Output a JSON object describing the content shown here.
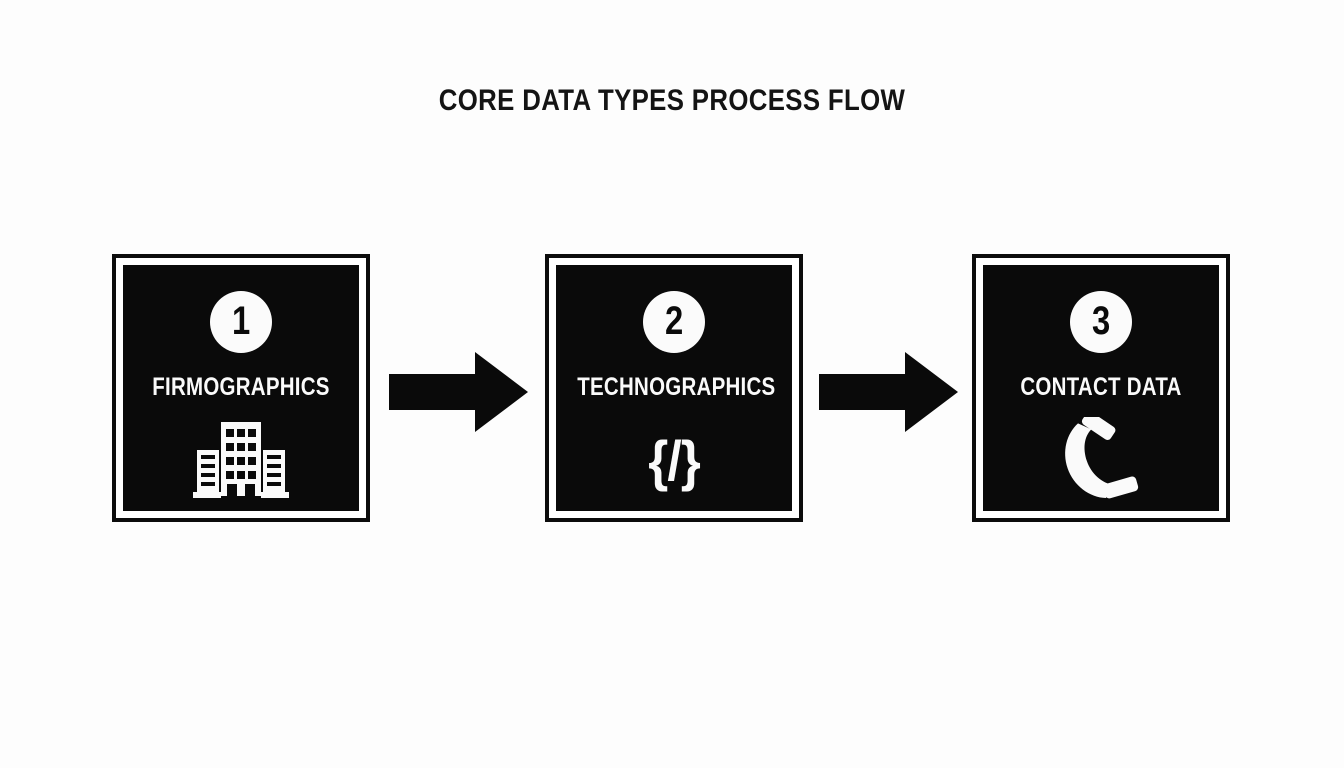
{
  "diagram": {
    "title": "CORE DATA TYPES PROCESS FLOW",
    "type": "process-flow",
    "orientation": "horizontal",
    "background_color": "#fdfdfd",
    "foreground_color": "#0a0a0a",
    "accent_color": "#ffffff",
    "steps": [
      {
        "number": "1",
        "label": "FIRMOGRAPHICS",
        "icon": "office-building-icon"
      },
      {
        "number": "2",
        "label": "TECHNOGRAPHICS",
        "icon": "code-brackets-icon",
        "icon_text": "{/}"
      },
      {
        "number": "3",
        "label": "CONTACT DATA",
        "icon": "phone-handset-icon"
      }
    ],
    "connectors": [
      {
        "from": "1",
        "to": "2",
        "icon": "arrow-right-icon"
      },
      {
        "from": "2",
        "to": "3",
        "icon": "arrow-right-icon"
      }
    ]
  }
}
